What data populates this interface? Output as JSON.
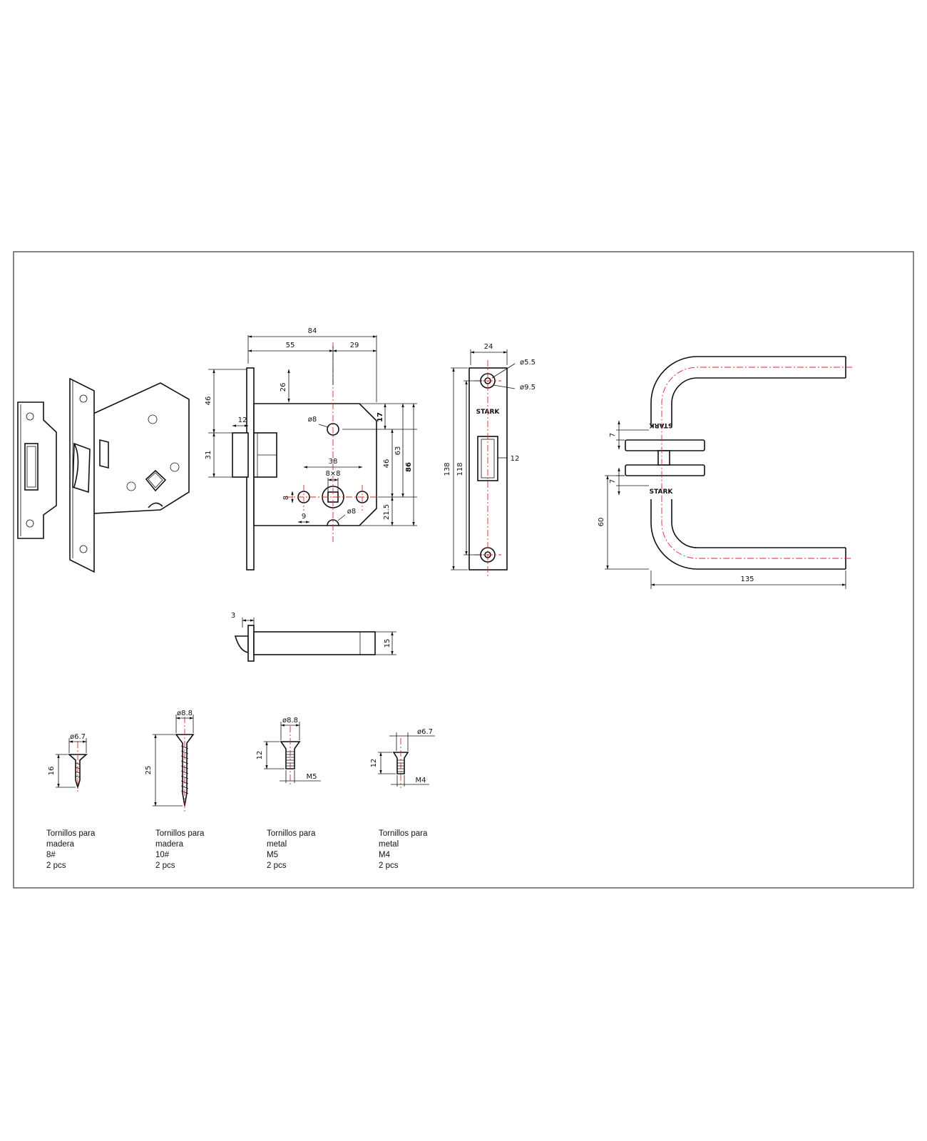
{
  "mortise_body": {
    "width_total": "84",
    "width_left": "55",
    "width_right": "29",
    "top_to_bolt": "46",
    "top_to_spindle": "26",
    "latch_offset": "12",
    "latch_height": "31",
    "hole_top_dia": "ø8",
    "top_offset": "17",
    "spindle_spacing": "38",
    "square": "8×8",
    "hole_side_height": "8",
    "hole_side_offset": "9",
    "hole_bottom_dia": "ø8",
    "spindle_to_bottom": "46",
    "bottom_offset": "21.5",
    "height_inner": "63",
    "height_total": "86"
  },
  "faceplate": {
    "width": "24",
    "screw_head_dia": "ø5.5",
    "screw_hole_dia": "ø9.5",
    "brand": "STARK",
    "total_height": "138",
    "hole_spacing": "118",
    "latch_width": "12"
  },
  "handle": {
    "rose_gap_top": "7",
    "rose_gap_bottom": "7",
    "height_to_center": "60",
    "length": "135",
    "brand_top": "STARK",
    "brand_bottom": "STARK"
  },
  "latch_side": {
    "thickness": "3",
    "height": "15"
  },
  "screws": [
    {
      "dia": "ø6.7",
      "length": "16",
      "thread": "",
      "caption": "Tornillos para\nmadera\n8#\n2 pcs"
    },
    {
      "dia": "ø8.8",
      "length": "25",
      "thread": "",
      "caption": "Tornillos para\nmadera\n10#\n2 pcs"
    },
    {
      "dia": "ø8.8",
      "length": "12",
      "thread": "M5",
      "caption": "Tornillos para\nmetal\nM5\n2 pcs"
    },
    {
      "dia": "ø6.7",
      "length": "12",
      "thread": "M4",
      "caption": "Tornillos para\nmetal\nM4\n2 pcs"
    }
  ]
}
